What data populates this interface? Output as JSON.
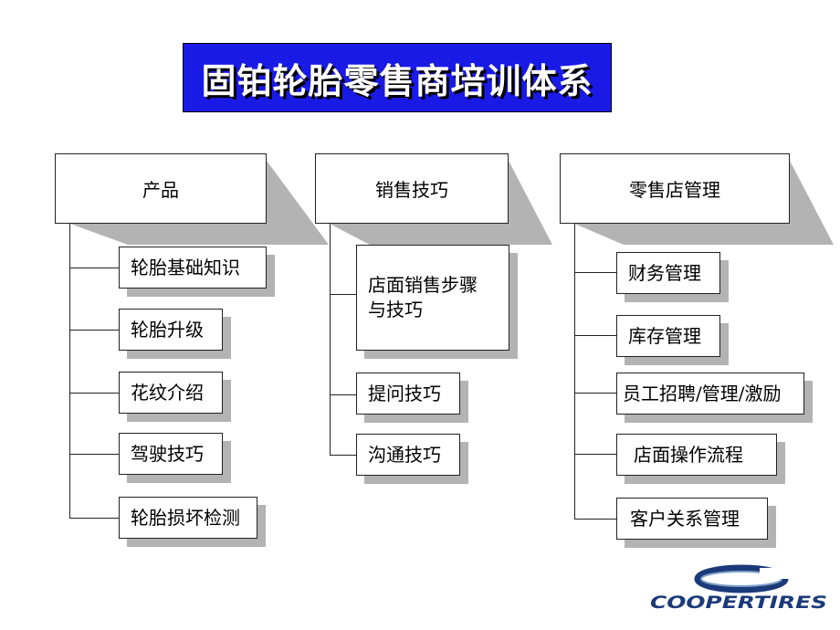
{
  "title": "固铂轮胎零售商培训体系",
  "columns": [
    {
      "header": "产品",
      "items": [
        "轮胎基础知识",
        "轮胎升级",
        "花纹介绍",
        "驾驶技巧",
        "轮胎损坏检测"
      ]
    },
    {
      "header": "销售技巧",
      "items": [
        "店面销售步骤与技巧",
        "提问技巧",
        "沟通技巧"
      ]
    },
    {
      "header": "零售店管理",
      "items": [
        "财务管理",
        "库存管理",
        "员工招聘/管理/激励",
        "店面操作流程",
        "客户关系管理"
      ]
    }
  ],
  "logo": {
    "text": "COOPERTIRES",
    "color": "#1a3a7a"
  },
  "colors": {
    "title_bg": "#1a1ae6",
    "shadow": "#b3b3b3"
  }
}
